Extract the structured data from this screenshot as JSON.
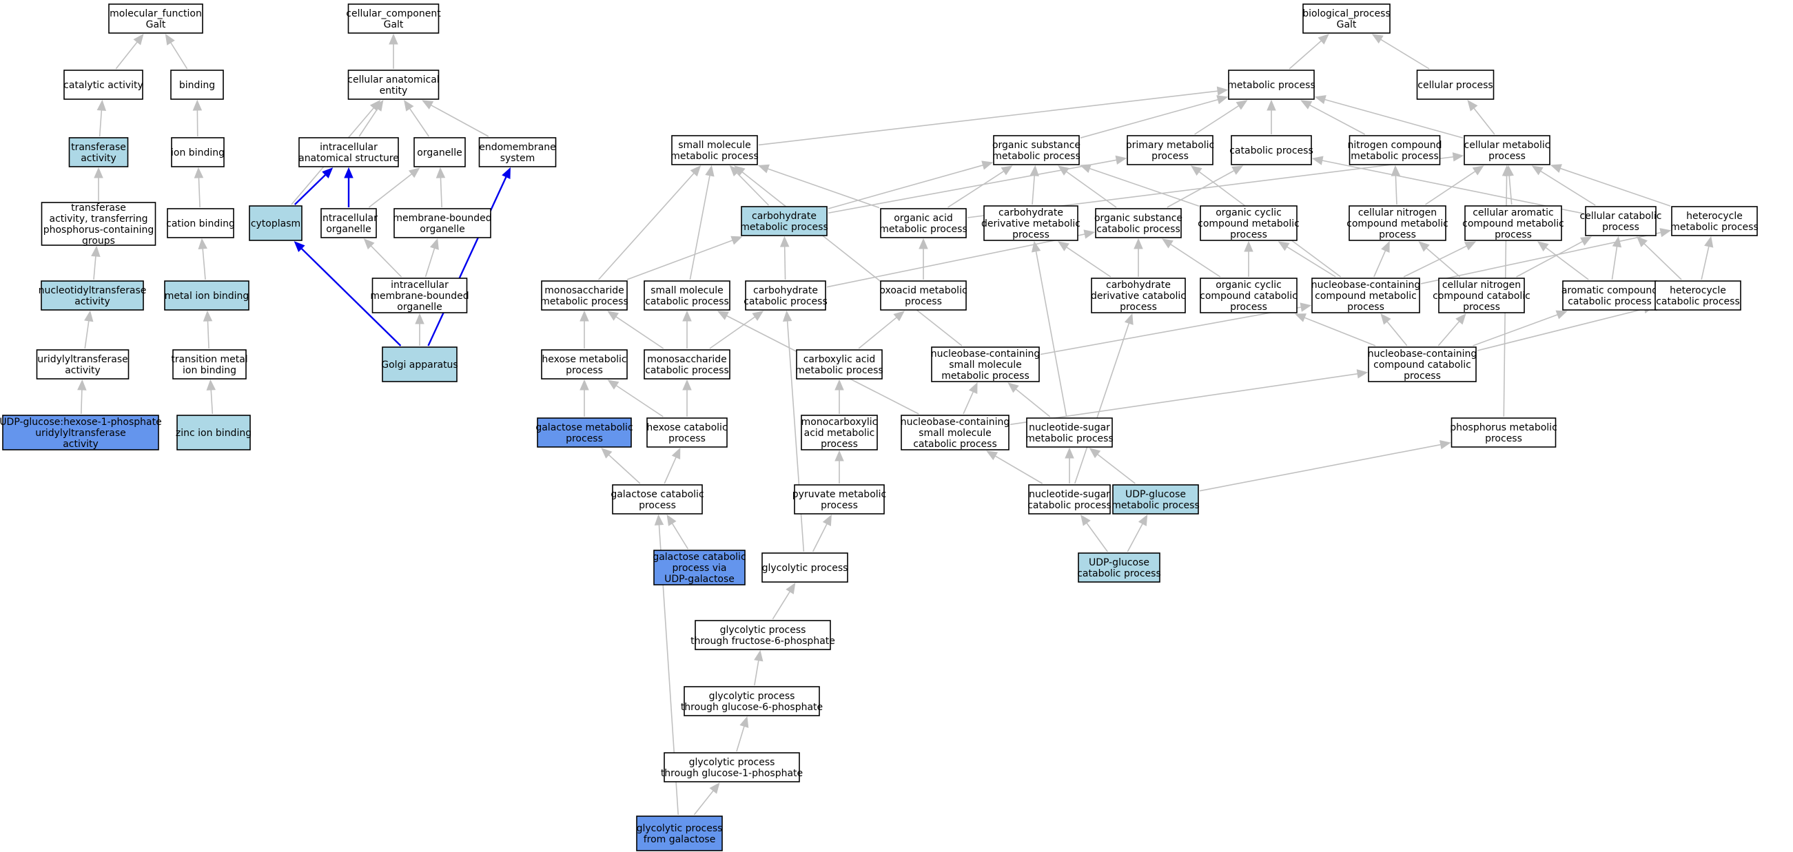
{
  "colors": {
    "default_fill": "#ffffff",
    "light_fill": "#add8e6",
    "highlight_fill": "#6495ed",
    "edge_gray": "#c0c0c0",
    "edge_blue": "#0000ee"
  },
  "nodes": [
    {
      "id": "mf_root",
      "lines": [
        "molecular_function",
        "Galt"
      ],
      "fill": "white"
    },
    {
      "id": "catalytic",
      "lines": [
        "catalytic activity"
      ],
      "fill": "white"
    },
    {
      "id": "binding",
      "lines": [
        "binding"
      ],
      "fill": "white"
    },
    {
      "id": "transferase",
      "lines": [
        "transferase",
        "activity"
      ],
      "fill": "light"
    },
    {
      "id": "ion_binding",
      "lines": [
        "ion binding"
      ],
      "fill": "white"
    },
    {
      "id": "transferase_phos",
      "lines": [
        "transferase",
        "activity, transferring",
        "phosphorus-containing",
        "groups"
      ],
      "fill": "white"
    },
    {
      "id": "cation_binding",
      "lines": [
        "cation binding"
      ],
      "fill": "white"
    },
    {
      "id": "nucleotidyl",
      "lines": [
        "nucleotidyltransferase",
        "activity"
      ],
      "fill": "light"
    },
    {
      "id": "metal_ion",
      "lines": [
        "metal ion binding"
      ],
      "fill": "light"
    },
    {
      "id": "uridylyl",
      "lines": [
        "uridylyltransferase",
        "activity"
      ],
      "fill": "white"
    },
    {
      "id": "trans_metal",
      "lines": [
        "transition metal",
        "ion binding"
      ],
      "fill": "white"
    },
    {
      "id": "udp_glucose_hex",
      "lines": [
        "UDP-glucose:hexose-1-phosphate",
        "uridylyltransferase",
        "activity"
      ],
      "fill": "highlight"
    },
    {
      "id": "zinc",
      "lines": [
        "zinc ion binding"
      ],
      "fill": "light"
    },
    {
      "id": "cc_root",
      "lines": [
        "cellular_component",
        "Galt"
      ],
      "fill": "white"
    },
    {
      "id": "cell_anat",
      "lines": [
        "cellular anatomical",
        "entity"
      ],
      "fill": "white"
    },
    {
      "id": "intracell_anat",
      "lines": [
        "intracellular",
        "anatomical structure"
      ],
      "fill": "white"
    },
    {
      "id": "organelle",
      "lines": [
        "organelle"
      ],
      "fill": "white"
    },
    {
      "id": "endomem",
      "lines": [
        "endomembrane",
        "system"
      ],
      "fill": "white"
    },
    {
      "id": "cytoplasm",
      "lines": [
        "cytoplasm"
      ],
      "fill": "light"
    },
    {
      "id": "intracell_org",
      "lines": [
        "intracellular",
        "organelle"
      ],
      "fill": "white"
    },
    {
      "id": "mem_bound",
      "lines": [
        "membrane-bounded",
        "organelle"
      ],
      "fill": "white"
    },
    {
      "id": "intracell_mem",
      "lines": [
        "intracellular",
        "membrane-bounded",
        "organelle"
      ],
      "fill": "white"
    },
    {
      "id": "golgi",
      "lines": [
        "Golgi apparatus"
      ],
      "fill": "light"
    },
    {
      "id": "bp_root",
      "lines": [
        "biological_process",
        "Galt"
      ],
      "fill": "white"
    },
    {
      "id": "metabolic",
      "lines": [
        "metabolic process"
      ],
      "fill": "white"
    },
    {
      "id": "cellular_proc",
      "lines": [
        "cellular process"
      ],
      "fill": "white"
    },
    {
      "id": "small_mol",
      "lines": [
        "small molecule",
        "metabolic process"
      ],
      "fill": "white"
    },
    {
      "id": "org_sub_met",
      "lines": [
        "organic substance",
        "metabolic process"
      ],
      "fill": "white"
    },
    {
      "id": "primary_met",
      "lines": [
        "primary metabolic",
        "process"
      ],
      "fill": "white"
    },
    {
      "id": "catabolic",
      "lines": [
        "catabolic process"
      ],
      "fill": "white"
    },
    {
      "id": "nitrogen_met",
      "lines": [
        "nitrogen compound",
        "metabolic process"
      ],
      "fill": "white"
    },
    {
      "id": "cell_met",
      "lines": [
        "cellular metabolic",
        "process"
      ],
      "fill": "white"
    },
    {
      "id": "carb_met",
      "lines": [
        "carbohydrate",
        "metabolic process"
      ],
      "fill": "light"
    },
    {
      "id": "org_acid",
      "lines": [
        "organic acid",
        "metabolic process"
      ],
      "fill": "white"
    },
    {
      "id": "carb_deriv_met",
      "lines": [
        "carbohydrate",
        "derivative metabolic",
        "process"
      ],
      "fill": "white"
    },
    {
      "id": "org_sub_cat",
      "lines": [
        "organic substance",
        "catabolic process"
      ],
      "fill": "white"
    },
    {
      "id": "org_cyc_met",
      "lines": [
        "organic cyclic",
        "compound metabolic",
        "process"
      ],
      "fill": "white"
    },
    {
      "id": "cell_nit_met",
      "lines": [
        "cellular nitrogen",
        "compound metabolic",
        "process"
      ],
      "fill": "white"
    },
    {
      "id": "cell_arom_met",
      "lines": [
        "cellular aromatic",
        "compound metabolic",
        "process"
      ],
      "fill": "white"
    },
    {
      "id": "cell_cat",
      "lines": [
        "cellular catabolic",
        "process"
      ],
      "fill": "white"
    },
    {
      "id": "heterocycle_met",
      "lines": [
        "heterocycle",
        "metabolic process"
      ],
      "fill": "white"
    },
    {
      "id": "monosac_met",
      "lines": [
        "monosaccharide",
        "metabolic process"
      ],
      "fill": "white"
    },
    {
      "id": "small_mol_cat",
      "lines": [
        "small molecule",
        "catabolic process"
      ],
      "fill": "white"
    },
    {
      "id": "carb_cat",
      "lines": [
        "carbohydrate",
        "catabolic process"
      ],
      "fill": "white"
    },
    {
      "id": "oxoacid",
      "lines": [
        "oxoacid metabolic",
        "process"
      ],
      "fill": "white"
    },
    {
      "id": "carb_deriv_cat",
      "lines": [
        "carbohydrate",
        "derivative catabolic",
        "process"
      ],
      "fill": "white"
    },
    {
      "id": "org_cyc_cat",
      "lines": [
        "organic cyclic",
        "compound catabolic",
        "process"
      ],
      "fill": "white"
    },
    {
      "id": "nucleobase_met",
      "lines": [
        "nucleobase-containing",
        "compound metabolic",
        "process"
      ],
      "fill": "white"
    },
    {
      "id": "cell_nit_cat",
      "lines": [
        "cellular nitrogen",
        "compound catabolic",
        "process"
      ],
      "fill": "white"
    },
    {
      "id": "arom_cat",
      "lines": [
        "aromatic compound",
        "catabolic process"
      ],
      "fill": "white"
    },
    {
      "id": "heterocycle_cat",
      "lines": [
        "heterocycle",
        "catabolic process"
      ],
      "fill": "white"
    },
    {
      "id": "hexose_met",
      "lines": [
        "hexose metabolic",
        "process"
      ],
      "fill": "white"
    },
    {
      "id": "monosac_cat",
      "lines": [
        "monosaccharide",
        "catabolic process"
      ],
      "fill": "white"
    },
    {
      "id": "carboxylic",
      "lines": [
        "carboxylic acid",
        "metabolic process"
      ],
      "fill": "white"
    },
    {
      "id": "nucleobase_small",
      "lines": [
        "nucleobase-containing",
        "small molecule",
        "metabolic process"
      ],
      "fill": "white"
    },
    {
      "id": "nucleobase_cat",
      "lines": [
        "nucleobase-containing",
        "compound catabolic",
        "process"
      ],
      "fill": "white"
    },
    {
      "id": "galactose_met",
      "lines": [
        "galactose metabolic",
        "process"
      ],
      "fill": "highlight"
    },
    {
      "id": "hexose_cat",
      "lines": [
        "hexose catabolic",
        "process"
      ],
      "fill": "white"
    },
    {
      "id": "monocarboxylic",
      "lines": [
        "monocarboxylic",
        "acid metabolic",
        "process"
      ],
      "fill": "white"
    },
    {
      "id": "nucleobase_small_cat",
      "lines": [
        "nucleobase-containing",
        "small molecule",
        "catabolic process"
      ],
      "fill": "white"
    },
    {
      "id": "nucleotide_sugar_met",
      "lines": [
        "nucleotide-sugar",
        "metabolic process"
      ],
      "fill": "white"
    },
    {
      "id": "phosphorus_met",
      "lines": [
        "phosphorus metabolic",
        "process"
      ],
      "fill": "white"
    },
    {
      "id": "galactose_cat",
      "lines": [
        "galactose catabolic",
        "process"
      ],
      "fill": "white"
    },
    {
      "id": "pyruvate",
      "lines": [
        "pyruvate metabolic",
        "process"
      ],
      "fill": "white"
    },
    {
      "id": "nucleotide_sugar_cat",
      "lines": [
        "nucleotide-sugar",
        "catabolic process"
      ],
      "fill": "white"
    },
    {
      "id": "udp_glucose_met",
      "lines": [
        "UDP-glucose",
        "metabolic process"
      ],
      "fill": "light"
    },
    {
      "id": "galactose_cat_udp",
      "lines": [
        "galactose catabolic",
        "process via",
        "UDP-galactose"
      ],
      "fill": "highlight"
    },
    {
      "id": "glycolytic",
      "lines": [
        "glycolytic process"
      ],
      "fill": "white"
    },
    {
      "id": "udp_glucose_cat",
      "lines": [
        "UDP-glucose",
        "catabolic process"
      ],
      "fill": "light"
    },
    {
      "id": "glyc_f6p",
      "lines": [
        "glycolytic process",
        "through fructose-6-phosphate"
      ],
      "fill": "white"
    },
    {
      "id": "glyc_g6p",
      "lines": [
        "glycolytic process",
        "through glucose-6-phosphate"
      ],
      "fill": "white"
    },
    {
      "id": "glyc_g1p",
      "lines": [
        "glycolytic process",
        "through glucose-1-phosphate"
      ],
      "fill": "white"
    },
    {
      "id": "glyc_galactose",
      "lines": [
        "glycolytic process",
        "from galactose"
      ],
      "fill": "highlight"
    }
  ],
  "edges": [
    [
      "catalytic",
      "mf_root",
      "gray"
    ],
    [
      "binding",
      "mf_root",
      "gray"
    ],
    [
      "transferase",
      "catalytic",
      "gray"
    ],
    [
      "ion_binding",
      "binding",
      "gray"
    ],
    [
      "transferase_phos",
      "transferase",
      "gray"
    ],
    [
      "cation_binding",
      "ion_binding",
      "gray"
    ],
    [
      "nucleotidyl",
      "transferase_phos",
      "gray"
    ],
    [
      "metal_ion",
      "cation_binding",
      "gray"
    ],
    [
      "uridylyl",
      "nucleotidyl",
      "gray"
    ],
    [
      "trans_metal",
      "metal_ion",
      "gray"
    ],
    [
      "udp_glucose_hex",
      "uridylyl",
      "gray"
    ],
    [
      "zinc",
      "trans_metal",
      "gray"
    ],
    [
      "cell_anat",
      "cc_root",
      "gray"
    ],
    [
      "intracell_anat",
      "cell_anat",
      "gray"
    ],
    [
      "organelle",
      "cell_anat",
      "gray"
    ],
    [
      "endomem",
      "cell_anat",
      "gray"
    ],
    [
      "cytoplasm",
      "cell_anat",
      "gray"
    ],
    [
      "cytoplasm",
      "intracell_anat",
      "blue"
    ],
    [
      "intracell_org",
      "intracell_anat",
      "blue"
    ],
    [
      "intracell_org",
      "organelle",
      "gray"
    ],
    [
      "mem_bound",
      "organelle",
      "gray"
    ],
    [
      "intracell_mem",
      "intracell_org",
      "gray"
    ],
    [
      "intracell_mem",
      "mem_bound",
      "gray"
    ],
    [
      "golgi",
      "intracell_mem",
      "gray"
    ],
    [
      "golgi",
      "cytoplasm",
      "blue"
    ],
    [
      "golgi",
      "endomem",
      "blue"
    ],
    [
      "metabolic",
      "bp_root",
      "gray"
    ],
    [
      "cellular_proc",
      "bp_root",
      "gray"
    ],
    [
      "small_mol",
      "metabolic",
      "gray"
    ],
    [
      "org_sub_met",
      "metabolic",
      "gray"
    ],
    [
      "primary_met",
      "metabolic",
      "gray"
    ],
    [
      "catabolic",
      "metabolic",
      "gray"
    ],
    [
      "nitrogen_met",
      "metabolic",
      "gray"
    ],
    [
      "cell_met",
      "metabolic",
      "gray"
    ],
    [
      "cell_met",
      "cellular_proc",
      "gray"
    ],
    [
      "carb_met",
      "small_mol",
      "gray"
    ],
    [
      "carb_met",
      "org_sub_met",
      "gray"
    ],
    [
      "carb_met",
      "primary_met",
      "gray"
    ],
    [
      "org_acid",
      "small_mol",
      "gray"
    ],
    [
      "org_acid",
      "org_sub_met",
      "gray"
    ],
    [
      "org_acid",
      "cell_met",
      "gray"
    ],
    [
      "carb_deriv_met",
      "org_sub_met",
      "gray"
    ],
    [
      "org_sub_cat",
      "org_sub_met",
      "gray"
    ],
    [
      "org_sub_cat",
      "catabolic",
      "gray"
    ],
    [
      "org_cyc_met",
      "org_sub_met",
      "gray"
    ],
    [
      "cell_nit_met",
      "nitrogen_met",
      "gray"
    ],
    [
      "cell_nit_met",
      "cell_met",
      "gray"
    ],
    [
      "cell_arom_met",
      "cell_met",
      "gray"
    ],
    [
      "cell_cat",
      "cell_met",
      "gray"
    ],
    [
      "cell_cat",
      "catabolic",
      "gray"
    ],
    [
      "heterocycle_met",
      "cell_met",
      "gray"
    ],
    [
      "monosac_met",
      "carb_met",
      "gray"
    ],
    [
      "monosac_met",
      "small_mol",
      "gray"
    ],
    [
      "small_mol_cat",
      "small_mol",
      "gray"
    ],
    [
      "carb_cat",
      "carb_met",
      "gray"
    ],
    [
      "carb_cat",
      "org_sub_cat",
      "gray"
    ],
    [
      "oxoacid",
      "org_acid",
      "gray"
    ],
    [
      "carb_deriv_cat",
      "carb_deriv_met",
      "gray"
    ],
    [
      "carb_deriv_cat",
      "org_sub_cat",
      "gray"
    ],
    [
      "org_cyc_cat",
      "org_cyc_met",
      "gray"
    ],
    [
      "org_cyc_cat",
      "org_sub_cat",
      "gray"
    ],
    [
      "nucleobase_met",
      "org_cyc_met",
      "gray"
    ],
    [
      "nucleobase_met",
      "cell_nit_met",
      "gray"
    ],
    [
      "nucleobase_met",
      "cell_arom_met",
      "gray"
    ],
    [
      "nucleobase_met",
      "heterocycle_met",
      "gray"
    ],
    [
      "nucleobase_met",
      "primary_met",
      "gray"
    ],
    [
      "cell_nit_cat",
      "cell_nit_met",
      "gray"
    ],
    [
      "cell_nit_cat",
      "cell_cat",
      "gray"
    ],
    [
      "arom_cat",
      "cell_arom_met",
      "gray"
    ],
    [
      "arom_cat",
      "cell_cat",
      "gray"
    ],
    [
      "heterocycle_cat",
      "heterocycle_met",
      "gray"
    ],
    [
      "heterocycle_cat",
      "cell_cat",
      "gray"
    ],
    [
      "hexose_met",
      "monosac_met",
      "gray"
    ],
    [
      "monosac_cat",
      "monosac_met",
      "gray"
    ],
    [
      "monosac_cat",
      "small_mol_cat",
      "gray"
    ],
    [
      "monosac_cat",
      "carb_cat",
      "gray"
    ],
    [
      "carboxylic",
      "oxoacid",
      "gray"
    ],
    [
      "nucleobase_small",
      "nucleobase_met",
      "gray"
    ],
    [
      "nucleobase_small",
      "small_mol",
      "gray"
    ],
    [
      "nucleobase_cat",
      "nucleobase_met",
      "gray"
    ],
    [
      "nucleobase_cat",
      "org_cyc_cat",
      "gray"
    ],
    [
      "nucleobase_cat",
      "cell_nit_cat",
      "gray"
    ],
    [
      "nucleobase_cat",
      "arom_cat",
      "gray"
    ],
    [
      "nucleobase_cat",
      "heterocycle_cat",
      "gray"
    ],
    [
      "galactose_met",
      "hexose_met",
      "gray"
    ],
    [
      "hexose_cat",
      "hexose_met",
      "gray"
    ],
    [
      "hexose_cat",
      "monosac_cat",
      "gray"
    ],
    [
      "monocarboxylic",
      "carboxylic",
      "gray"
    ],
    [
      "nucleobase_small_cat",
      "nucleobase_small",
      "gray"
    ],
    [
      "nucleobase_small_cat",
      "nucleobase_cat",
      "gray"
    ],
    [
      "nucleobase_small_cat",
      "small_mol_cat",
      "gray"
    ],
    [
      "nucleotide_sugar_met",
      "nucleobase_small",
      "gray"
    ],
    [
      "nucleotide_sugar_met",
      "carb_deriv_met",
      "gray"
    ],
    [
      "phosphorus_met",
      "cell_met",
      "gray"
    ],
    [
      "galactose_cat",
      "galactose_met",
      "gray"
    ],
    [
      "galactose_cat",
      "hexose_cat",
      "gray"
    ],
    [
      "pyruvate",
      "monocarboxylic",
      "gray"
    ],
    [
      "nucleotide_sugar_cat",
      "nucleotide_sugar_met",
      "gray"
    ],
    [
      "nucleotide_sugar_cat",
      "nucleobase_small_cat",
      "gray"
    ],
    [
      "nucleotide_sugar_cat",
      "carb_deriv_cat",
      "gray"
    ],
    [
      "udp_glucose_met",
      "nucleotide_sugar_met",
      "gray"
    ],
    [
      "udp_glucose_met",
      "phosphorus_met",
      "gray"
    ],
    [
      "galactose_cat_udp",
      "galactose_cat",
      "gray"
    ],
    [
      "glycolytic",
      "pyruvate",
      "gray"
    ],
    [
      "glycolytic",
      "carb_cat",
      "gray"
    ],
    [
      "udp_glucose_cat",
      "udp_glucose_met",
      "gray"
    ],
    [
      "udp_glucose_cat",
      "nucleotide_sugar_cat",
      "gray"
    ],
    [
      "glyc_f6p",
      "glycolytic",
      "gray"
    ],
    [
      "glyc_g6p",
      "glyc_f6p",
      "gray"
    ],
    [
      "glyc_g1p",
      "glyc_g6p",
      "gray"
    ],
    [
      "glyc_galactose",
      "glyc_g1p",
      "gray"
    ],
    [
      "glyc_galactose",
      "galactose_cat",
      "gray"
    ]
  ]
}
